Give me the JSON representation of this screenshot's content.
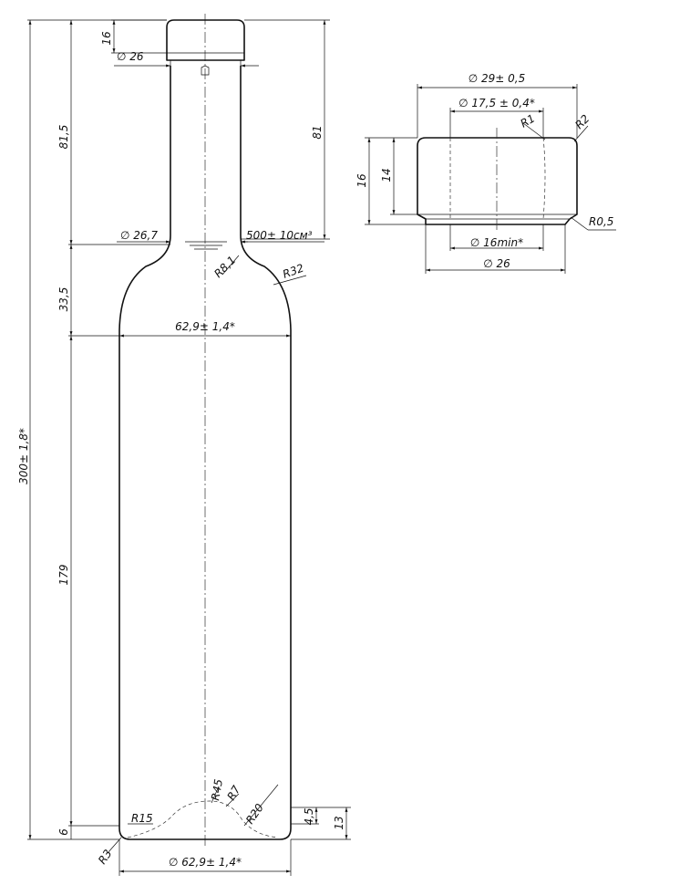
{
  "dimensions": {
    "cap_height": "16",
    "cap_diameter": "∅ 26",
    "neck_length": "81,5",
    "neck_length_right": "81",
    "neck_diameter": "∅ 26,7",
    "volume": "500± 10см³",
    "radius_shoulder_small": "R8,1",
    "radius_shoulder_large": "R32",
    "shoulder_height": "33,5",
    "body_diameter": "62,9± 1,4*",
    "total_height": "300± 1,8*",
    "body_length": "179",
    "base_height": "6",
    "radius_r45": "R45",
    "radius_r7": "R7",
    "radius_r20": "R20",
    "radius_r15": "R15",
    "radius_r3": "R3",
    "punt_small": "4,5",
    "punt_large": "13",
    "base_diameter": "∅ 62,9± 1,4*"
  },
  "detail": {
    "outer_diameter": "∅ 29± 0,5",
    "inner_diameter": "∅ 17,5 ± 0,4*",
    "radius_r1": "R1",
    "radius_r2": "R2",
    "height_total": "16",
    "height_inner": "14",
    "radius_r05": "R0,5",
    "min_diameter": "∅ 16min*",
    "base_diameter": "∅ 26"
  }
}
